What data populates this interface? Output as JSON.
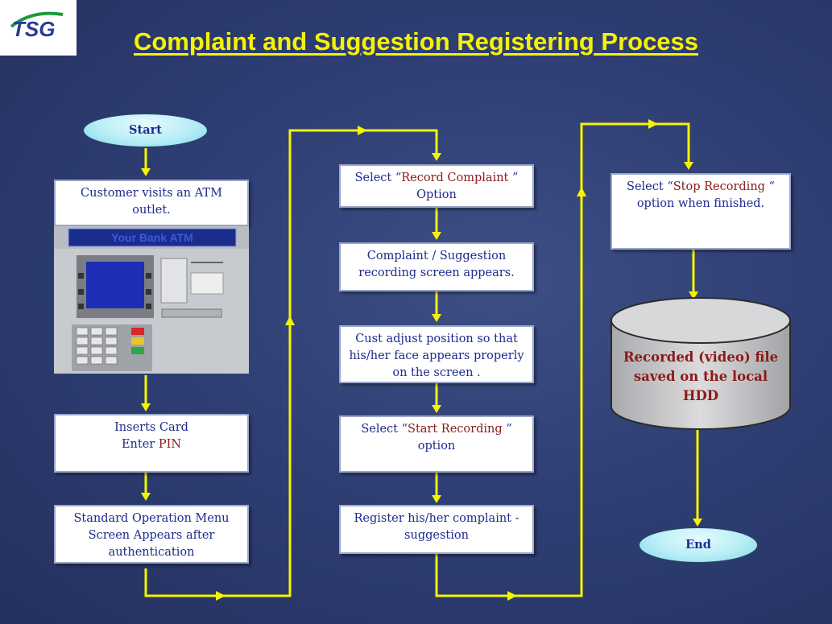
{
  "logo": {
    "text": "TSG"
  },
  "title": "Complaint and Suggestion Registering Process",
  "start": "Start",
  "end": "End",
  "col1": {
    "visit": "Customer visits an ATM outlet.",
    "atm_banner": "Your Bank ATM",
    "insert_line1": "Inserts Card",
    "insert_line2_prefix": "Enter ",
    "insert_line2_highlight": "PIN",
    "menu": "Standard Operation Menu Screen Appears after authentication"
  },
  "col2": {
    "select_record_prefix": "Select “",
    "select_record_highlight": "Record Complaint ",
    "select_record_suffix": "” Option",
    "screen": "Complaint / Suggestion recording screen appears.",
    "adjust": "Cust adjust position so that his/her face appears  properly on the screen .",
    "start_rec_prefix": "Select “",
    "start_rec_highlight": "Start Recording ",
    "start_rec_suffix": "“ option",
    "register": "Register his/her complaint - suggestion"
  },
  "col3": {
    "stop_prefix": "Select “",
    "stop_highlight": "Stop Recording ",
    "stop_suffix": "“ option when finished.",
    "storage": "Recorded (video) file saved  on the local HDD"
  },
  "colors": {
    "arrow": "#f6f300",
    "title": "#f6f300",
    "text": "#1c2b8c",
    "highlight": "#8b1a1a"
  }
}
